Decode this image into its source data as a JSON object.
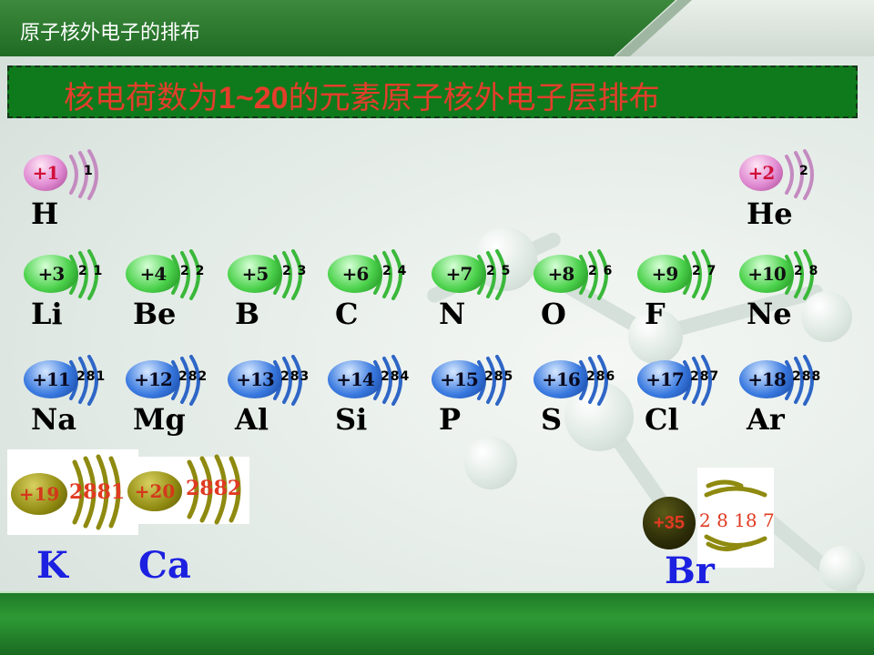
{
  "header": {
    "slide_heading": "原子核外电子的排布"
  },
  "title": {
    "prefix": "核电荷数为",
    "range": "1~20",
    "suffix": "的元素原子核外电子层排布"
  },
  "atoms": [
    {
      "charge": "+1",
      "shells": "1",
      "symbol": "H"
    },
    {
      "charge": "+2",
      "shells": "2",
      "symbol": "He"
    },
    {
      "charge": "+3",
      "shells": "2 1",
      "symbol": "Li"
    },
    {
      "charge": "+4",
      "shells": "2 2",
      "symbol": "Be"
    },
    {
      "charge": "+5",
      "shells": "2 3",
      "symbol": "B"
    },
    {
      "charge": "+6",
      "shells": "2 4",
      "symbol": "C"
    },
    {
      "charge": "+7",
      "shells": "2 5",
      "symbol": "N"
    },
    {
      "charge": "+8",
      "shells": "2 6",
      "symbol": "O"
    },
    {
      "charge": "+9",
      "shells": "2 7",
      "symbol": "F"
    },
    {
      "charge": "+10",
      "shells": "2 8",
      "symbol": "Ne"
    },
    {
      "charge": "+11",
      "shells": "281",
      "symbol": "Na"
    },
    {
      "charge": "+12",
      "shells": "282",
      "symbol": "Mg"
    },
    {
      "charge": "+13",
      "shells": "283",
      "symbol": "Al"
    },
    {
      "charge": "+14",
      "shells": "284",
      "symbol": "Si"
    },
    {
      "charge": "+15",
      "shells": "285",
      "symbol": "P"
    },
    {
      "charge": "+16",
      "shells": "286",
      "symbol": "S"
    },
    {
      "charge": "+17",
      "shells": "287",
      "symbol": "Cl"
    },
    {
      "charge": "+18",
      "shells": "288",
      "symbol": "Ar"
    },
    {
      "charge": "+19",
      "shells": "2881",
      "symbol": "K"
    },
    {
      "charge": "+20",
      "shells": "2882",
      "symbol": "Ca"
    },
    {
      "charge": "+35",
      "shells": "2 8 18 7",
      "symbol": "Br"
    }
  ],
  "colors": {
    "title_bg": "#0f7a1b",
    "title_text": "#e23e2b",
    "period1": "#e08ad2",
    "period2": "#4cd24c",
    "period3": "#3a7ae0",
    "period4": "#8f8a10",
    "symbol_blue": "#1c20e0"
  }
}
